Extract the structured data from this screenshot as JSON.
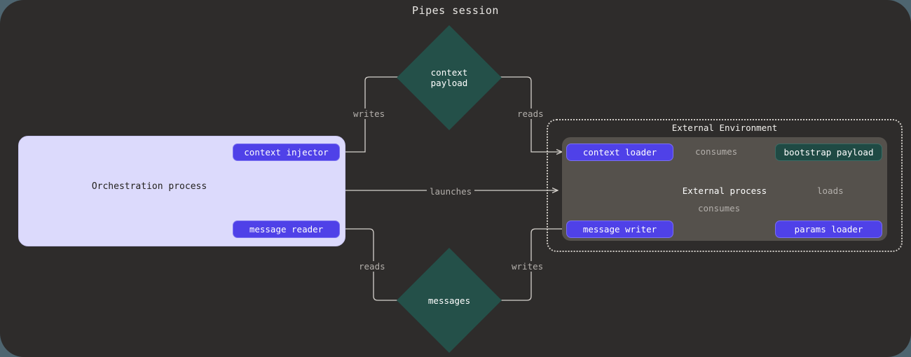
{
  "title": "Pipes session",
  "colors": {
    "page_background": "#4e6570",
    "canvas_background": "#2e2c2b",
    "orchestration_fill": "#dcdafc",
    "chip_fill": "#4f41e8",
    "teal_fill": "#1f4a44",
    "diamond_fill": "#245049",
    "external_process_fill": "#55514c",
    "edge_stroke": "#d5d1cc",
    "edge_label": "#b3afab"
  },
  "orchestration": {
    "label": "Orchestration process",
    "nodes": [
      {
        "id": "context-injector",
        "label": "context injector",
        "shape": "rounded-rect",
        "fill": "#4f41e8"
      },
      {
        "id": "message-reader",
        "label": "message reader",
        "shape": "rounded-rect",
        "fill": "#4f41e8"
      }
    ]
  },
  "external_environment": {
    "label": "External Environment",
    "border": "dotted",
    "process": {
      "label": "External process",
      "nodes": [
        {
          "id": "context-loader",
          "label": "context loader",
          "shape": "rounded-rect",
          "fill": "#4f41e8"
        },
        {
          "id": "message-writer",
          "label": "message writer",
          "shape": "rounded-rect",
          "fill": "#4f41e8"
        },
        {
          "id": "params-loader",
          "label": "params loader",
          "shape": "rounded-rect",
          "fill": "#4f41e8"
        },
        {
          "id": "bootstrap-payload",
          "label": "bootstrap payload",
          "shape": "rounded-rect",
          "fill": "#1f4a44"
        }
      ]
    }
  },
  "datastores": [
    {
      "id": "context-payload",
      "label_line1": "context",
      "label_line2": "payload",
      "shape": "diamond",
      "fill": "#245049"
    },
    {
      "id": "messages",
      "label_line1": "messages",
      "label_line2": "",
      "shape": "diamond",
      "fill": "#245049"
    }
  ],
  "edges": [
    {
      "id": "writes-context",
      "label": "writes",
      "from": "context-injector",
      "to": "context-payload"
    },
    {
      "id": "reads-context",
      "label": "reads",
      "from": "context-payload",
      "to": "context-loader"
    },
    {
      "id": "launches",
      "label": "launches",
      "from": "orchestration-process",
      "to": "external-process"
    },
    {
      "id": "reads-messages",
      "label": "reads",
      "from": "messages",
      "to": "message-reader"
    },
    {
      "id": "writes-messages",
      "label": "writes",
      "from": "message-writer",
      "to": "messages"
    },
    {
      "id": "consumes-context",
      "label": "consumes",
      "from": "context-loader",
      "to": "bootstrap-payload"
    },
    {
      "id": "consumes-message",
      "label": "consumes",
      "from": "message-writer",
      "to": "bootstrap-payload"
    },
    {
      "id": "loads-params",
      "label": "loads",
      "from": "params-loader",
      "to": "bootstrap-payload"
    }
  ]
}
